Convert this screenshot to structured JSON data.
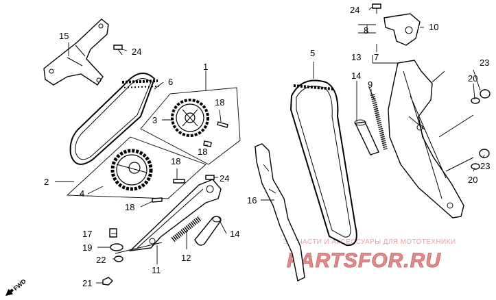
{
  "callouts": [
    "1",
    "2",
    "3",
    "4",
    "5",
    "6",
    "7",
    "8",
    "9",
    "10",
    "11",
    "12",
    "13",
    "14",
    "14",
    "15",
    "16",
    "17",
    "18",
    "18",
    "18",
    "18",
    "19",
    "20",
    "20",
    "21",
    "22",
    "23",
    "23",
    "24",
    "24",
    "24"
  ],
  "fwd_label": "FWD",
  "watermark": {
    "subtitle": "ЗАПЧАСТИ И АКСЕССУАРЫ ДЛЯ МОТОТЕХНИКИ",
    "brand": "PARTSFOR.RU",
    "color": "#e08a8a"
  }
}
